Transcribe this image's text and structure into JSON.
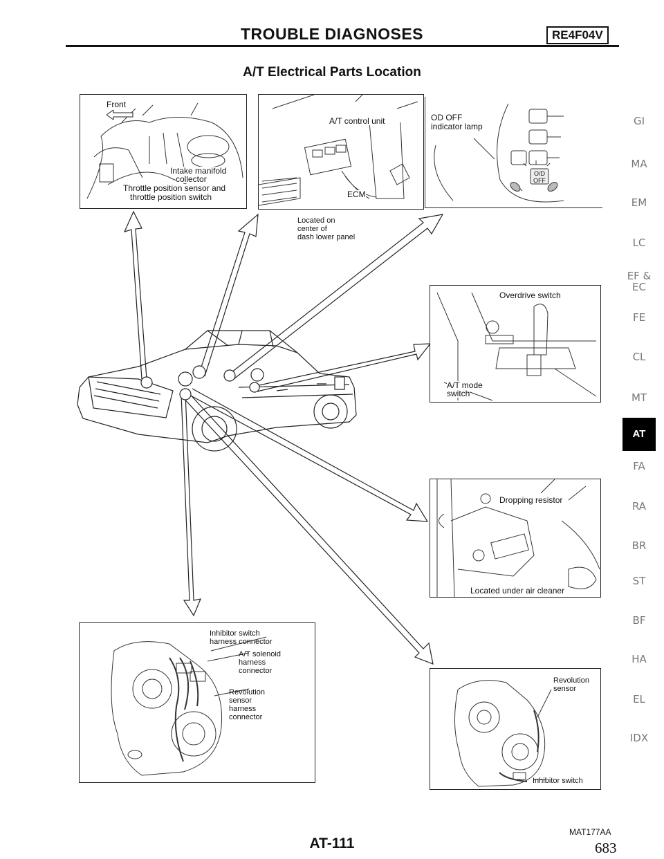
{
  "header": {
    "title": "TROUBLE DIAGNOSES",
    "model_code": "RE4F04V"
  },
  "section": {
    "title": "A/T Electrical Parts Location"
  },
  "figures": {
    "engine_bay": {
      "front_label": "Front",
      "intake_line1": "Intake manifold",
      "intake_line2": "collector",
      "throttle_line1": "Throttle position sensor and",
      "throttle_line2": "throttle position switch"
    },
    "control_unit": {
      "atcu_label": "A/T control unit",
      "ecm_label": "ECM",
      "location_line1": "Located on",
      "location_line2": "center of",
      "location_line3": "dash lower panel"
    },
    "od_lamp": {
      "line1": "OD OFF",
      "line2": "indicator lamp",
      "lamp_text_top": "O/D",
      "lamp_text_bottom": "OFF"
    },
    "overdrive": {
      "overdrive_label": "Overdrive switch",
      "mode_line1": "A/T mode",
      "mode_line2": "switch"
    },
    "dropping": {
      "resistor_label": "Dropping resistor",
      "location_label": "Located under air cleaner"
    },
    "transaxle_left": {
      "inhibitor_line1": "Inhibitor switch",
      "inhibitor_line2": "harness connector",
      "solenoid_line1": "A/T solenoid",
      "solenoid_line2": "harness",
      "solenoid_line3": "connector",
      "revolution_line1": "Revolution",
      "revolution_line2": "sensor",
      "revolution_line3": "harness",
      "revolution_line4": "connector"
    },
    "transaxle_right": {
      "revolution_line1": "Revolution",
      "revolution_line2": "sensor",
      "inhibitor_label": "Inhibitor switch"
    }
  },
  "side_index": [
    "GI",
    "MA",
    "EM",
    "LC",
    "EF &",
    "EC",
    "FE",
    "CL",
    "MT",
    "AT",
    "FA",
    "RA",
    "BR",
    "ST",
    "BF",
    "HA",
    "EL",
    "IDX"
  ],
  "side_index_active": "AT",
  "footer": {
    "figure_id": "MAT177AA",
    "page_code": "AT-111",
    "page_number": "683"
  }
}
